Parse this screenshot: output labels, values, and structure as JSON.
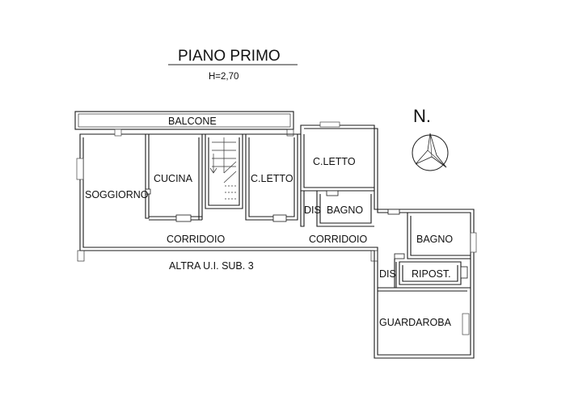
{
  "header": {
    "title": "PIANO PRIMO",
    "height": "H=2,70"
  },
  "compass": {
    "label": "N."
  },
  "rooms": {
    "balcone": "BALCONE",
    "soggiorno": "SOGGIORNO",
    "cucina": "CUCINA",
    "letto_1": "C.LETTO",
    "letto_2": "C.LETTO",
    "dis_1": "DIS",
    "bagno_1": "BAGNO",
    "corridoio_1": "CORRIDOIO",
    "corridoio_2": "CORRIDOIO",
    "bagno_2": "BAGNO",
    "dis_2": "DIS",
    "ripost": "RIPOST.",
    "guardaroba": "GUARDAROBA",
    "altra_ui": "ALTRA U.I. SUB. 3"
  }
}
